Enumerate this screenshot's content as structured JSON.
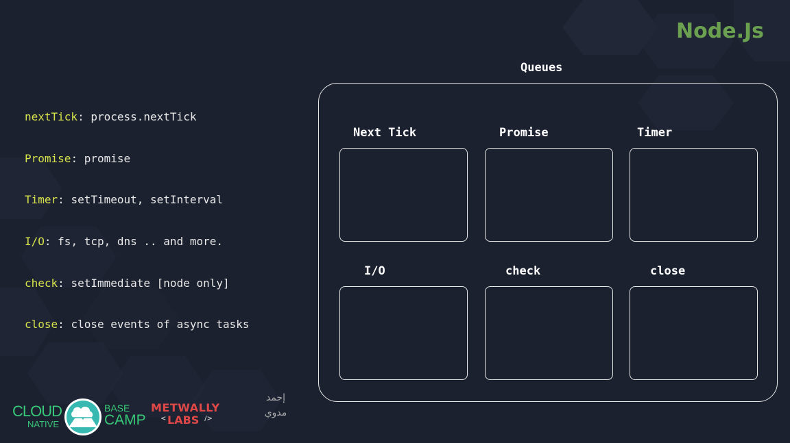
{
  "brand": {
    "title": "Node.Js",
    "color": "#6aa050"
  },
  "definitions": [
    {
      "key": "nextTick",
      "text": ": process.nextTick"
    },
    {
      "key": "Promise",
      "text": ": promise"
    },
    {
      "key": "Timer",
      "text": ": setTimeout, setInterval"
    },
    {
      "key": "I/O",
      "text": ": fs, tcp, dns .. and more."
    },
    {
      "key": "check",
      "text": ": setImmediate [node only]"
    },
    {
      "key": "close",
      "text": ": close events of async tasks"
    }
  ],
  "queues": {
    "title": "Queues",
    "items": [
      {
        "label": "Next Tick"
      },
      {
        "label": "Promise"
      },
      {
        "label": "Timer"
      },
      {
        "label": "I/O"
      },
      {
        "label": "check"
      },
      {
        "label": "close"
      }
    ]
  },
  "logos": {
    "cloud": "CLOUD",
    "native": "NATIVE",
    "base": "BASE",
    "camp": "CAMP",
    "metwally": "METWALLY",
    "labs": "LABS",
    "labs_left": "<",
    "labs_right": "/>",
    "signature": "إحمد مدوي"
  },
  "colors": {
    "background": "#1c2130",
    "key_highlight": "#d6e34a",
    "cloud_green": "#37c878",
    "metwally_red": "#e04848"
  }
}
